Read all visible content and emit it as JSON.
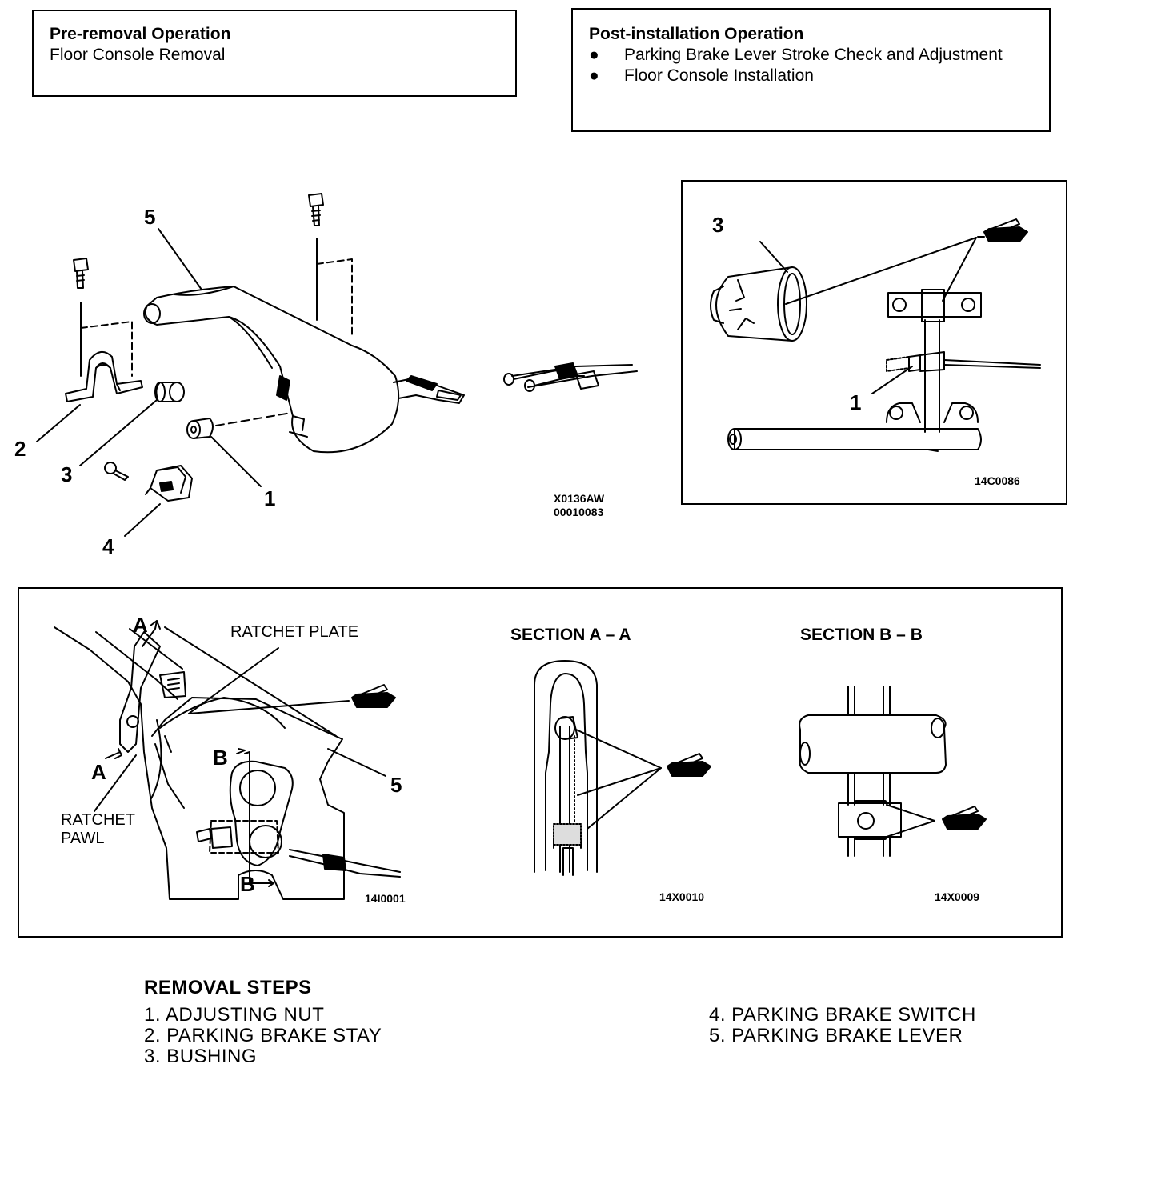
{
  "pre_removal": {
    "title": "Pre-removal Operation",
    "item": "Floor Console Removal"
  },
  "post_installation": {
    "title": "Post-installation Operation",
    "items": [
      "Parking Brake Lever Stroke Check and Adjustment",
      "Floor Console Installation"
    ],
    "bullet": "●"
  },
  "main_figure": {
    "callouts": [
      "5",
      "2",
      "3",
      "4",
      "1"
    ],
    "code_1": "X0136AW",
    "code_2": "00010083"
  },
  "detail_figure": {
    "callouts": [
      "3",
      "1"
    ],
    "code": "14C0086"
  },
  "bottom_panel": {
    "ratchet_plate": "RATCHET PLATE",
    "ratchet_pawl_1": "RATCHET",
    "ratchet_pawl_2": "PAWL",
    "label_a": "A",
    "label_b": "B",
    "callout_5": "5",
    "code_left": "14I0001",
    "section_aa": "SECTION A – A",
    "code_aa": "14X0010",
    "section_bb": "SECTION B – B",
    "code_bb": "14X0009"
  },
  "removal_steps": {
    "heading": "REMOVAL STEPS",
    "left": [
      "1. ADJUSTING NUT",
      "2. PARKING BRAKE STAY",
      "3. BUSHING"
    ],
    "right": [
      "4. PARKING BRAKE SWITCH",
      "5. PARKING BRAKE LEVER"
    ]
  }
}
